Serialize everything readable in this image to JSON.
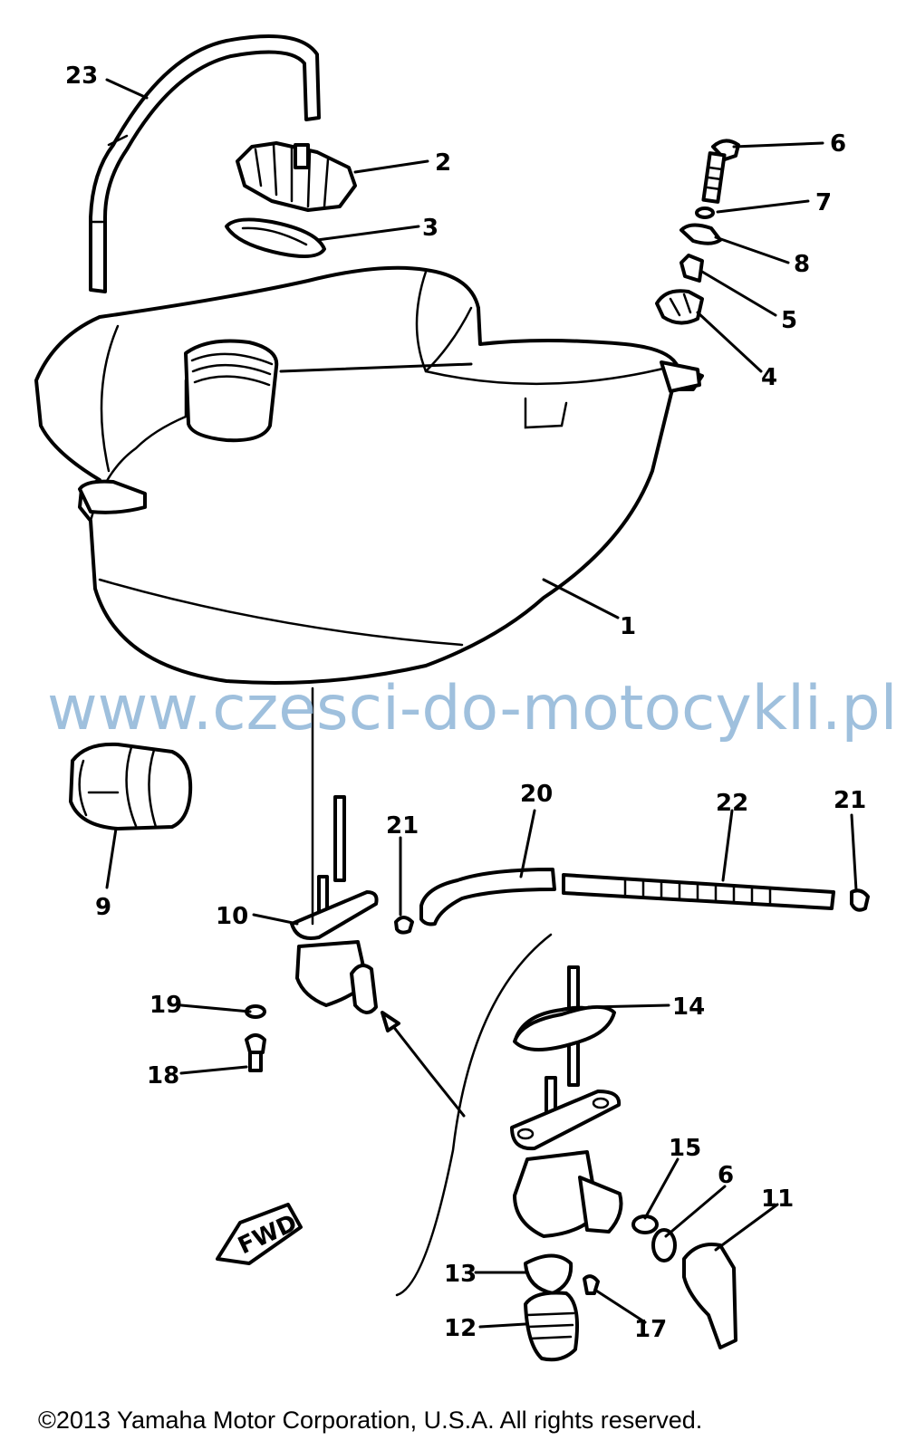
{
  "watermark": "www.czesci-do-motocykli.pl",
  "copyright": "©2013 Yamaha Motor Corporation, U.S.A. All rights reserved.",
  "fwd_label": "FWD",
  "callouts": {
    "c1": "1",
    "c2": "2",
    "c3": "3",
    "c4": "4",
    "c5": "5",
    "c6a": "6",
    "c6b": "6",
    "c7": "7",
    "c8": "8",
    "c9": "9",
    "c10": "10",
    "c11": "11",
    "c12": "12",
    "c13": "13",
    "c14": "14",
    "c15": "15",
    "c17": "17",
    "c18": "18",
    "c19": "19",
    "c20": "20",
    "c21a": "21",
    "c21b": "21",
    "c22": "22",
    "c23": "23"
  }
}
